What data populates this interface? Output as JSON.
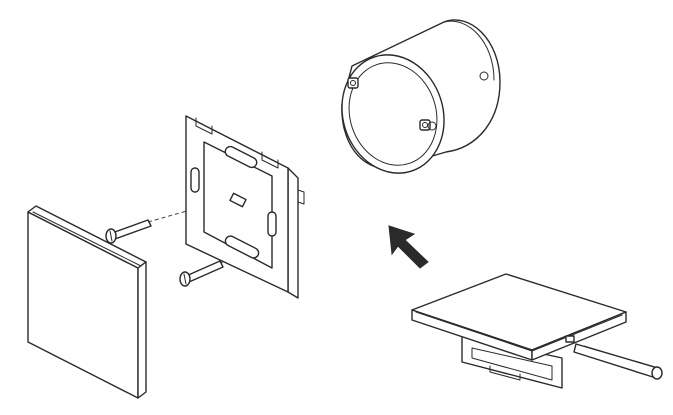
{
  "diagram": {
    "parts": [
      {
        "id": "switch-panel",
        "icon": "panel-icon"
      },
      {
        "id": "screw-top",
        "icon": "screw-icon"
      },
      {
        "id": "screw-bottom",
        "icon": "screw-icon"
      },
      {
        "id": "mounting-frame",
        "icon": "frame-icon"
      },
      {
        "id": "wall-box",
        "icon": "junction-box-icon"
      },
      {
        "id": "direction-arrow",
        "icon": "arrow-up-left-icon"
      },
      {
        "id": "switch-module",
        "icon": "switch-module-icon"
      },
      {
        "id": "screwdriver",
        "icon": "screwdriver-icon"
      }
    ],
    "colors": {
      "line": "#2a2a2a",
      "background": "#ffffff"
    }
  }
}
